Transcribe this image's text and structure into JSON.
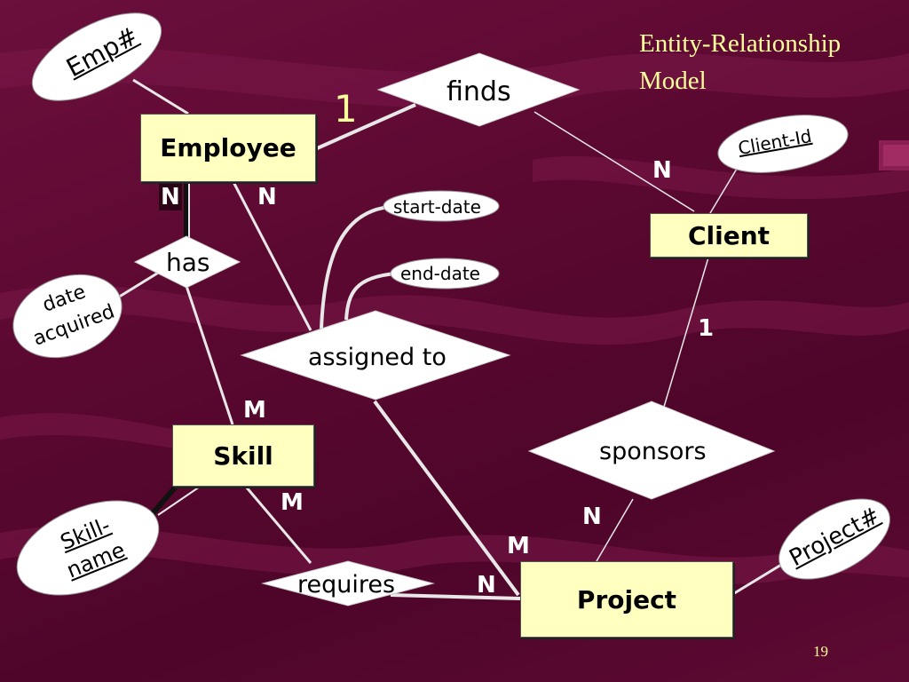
{
  "title_lines": [
    "Entity-Relationship",
    "Model"
  ],
  "page_number": "19",
  "entities": {
    "employee": "Employee",
    "client": "Client",
    "skill": "Skill",
    "project": "Project"
  },
  "relationships": {
    "finds": "finds",
    "has": "has",
    "assigned_to": "assigned to",
    "sponsors": "sponsors",
    "requires": "requires"
  },
  "attributes": {
    "emp_num": "Emp#",
    "client_id": "Client-Id",
    "start_date": "start-date",
    "end_date": "end-date",
    "date_acquired_1": "date",
    "date_acquired_2": "acquired",
    "skill_name_1": "Skill-",
    "skill_name_2": "name",
    "project_num": "Project#"
  },
  "cardinalities": {
    "employee_finds": "1",
    "finds_client": "N",
    "employee_has": "N",
    "employee_assigned": "N",
    "has_skill": "M",
    "client_sponsors": "1",
    "skill_requires": "M",
    "sponsors_project": "N",
    "assigned_project": "M",
    "requires_project": "N"
  },
  "colors": {
    "background": "#5c0a32",
    "entity_fill": "#ffffc0",
    "title_text": "#ffff99",
    "label_text": "#ffffff"
  }
}
